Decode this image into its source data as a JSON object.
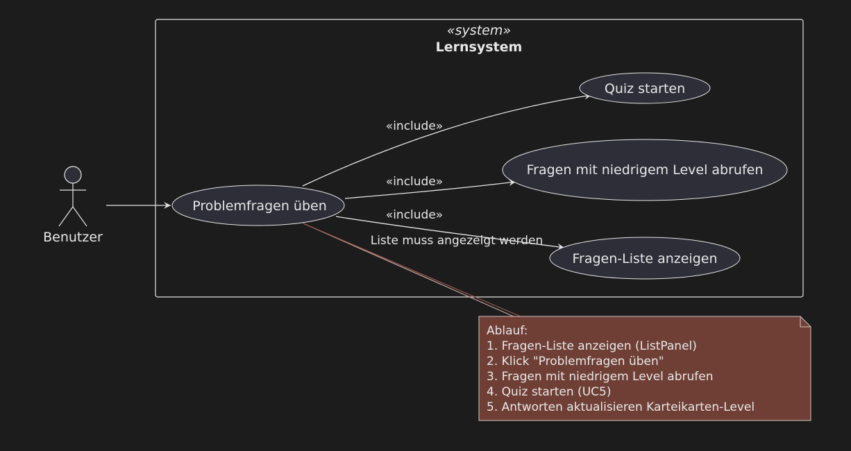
{
  "system": {
    "stereotype": "«system»",
    "name": "Lernsystem"
  },
  "actor": {
    "name": "Benutzer"
  },
  "use_cases": {
    "main": "Problemfragen üben",
    "quiz": "Quiz starten",
    "fetch": "Fragen mit niedrigem Level abrufen",
    "list": "Fragen-Liste anzeigen"
  },
  "edges": {
    "include_quiz": "«include»",
    "include_fetch": "«include»",
    "include_list": "«include»",
    "list_note": "Liste muss angezeigt werden"
  },
  "note": {
    "lines": [
      "Ablauf:",
      "1. Fragen-Liste anzeigen (ListPanel)",
      "2. Klick \"Problemfragen üben\"",
      "3. Fragen mit niedrigem Level abrufen",
      "4. Quiz starten (UC5)",
      "5. Antworten aktualisieren Karteikarten-Level"
    ]
  },
  "colors": {
    "background": "#1c1c1c",
    "use_case_fill": "#2e2e38",
    "stroke": "#e6e6e6",
    "note_fill": "#6f3f36",
    "note_stroke": "#d9c3bd"
  }
}
